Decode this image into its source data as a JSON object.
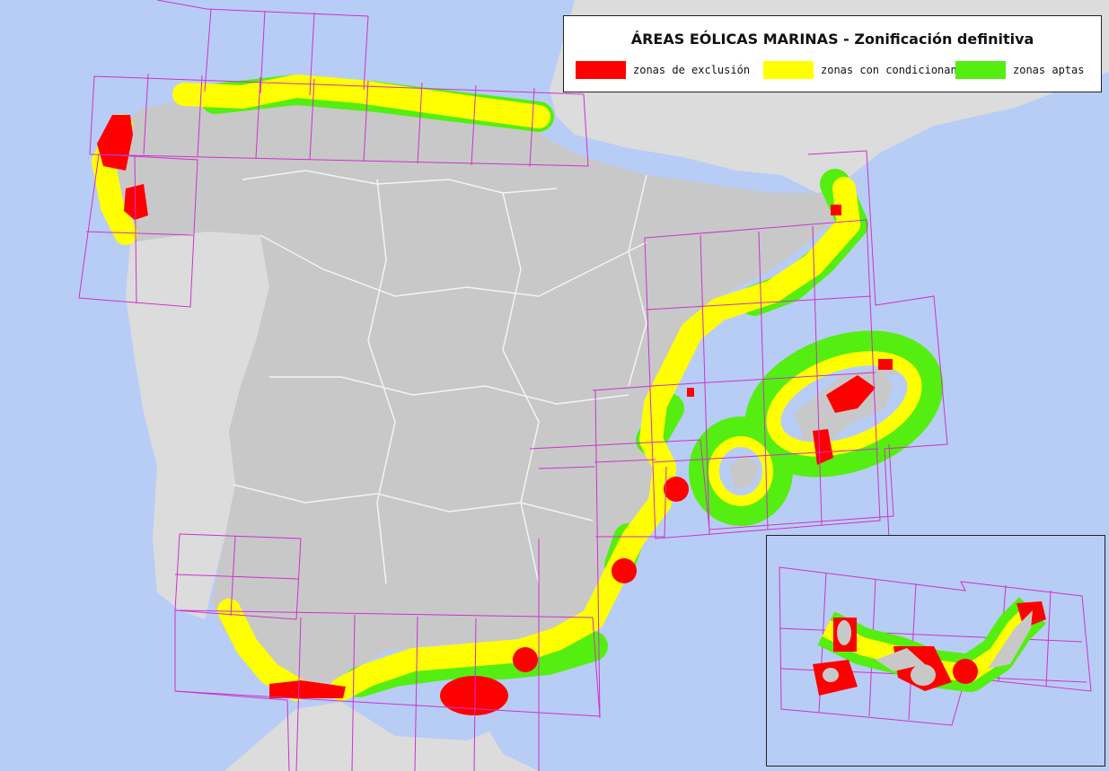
{
  "map": {
    "title": "ÁREAS EÓLICAS MARINAS - Zonificación definitiva",
    "legend": [
      {
        "label": "zonas de exclusión",
        "color": "#ff0000"
      },
      {
        "label": "zonas con condicionantes",
        "color": "#ffff00"
      },
      {
        "label": "zonas aptas",
        "color": "#55ee11"
      }
    ],
    "colors": {
      "sea": "#b8cdf5",
      "land_spain": "#c8c8c8",
      "land_other": "#dcdcdc",
      "boundaries": "#f4f4f4",
      "grid": "#cc33cc"
    }
  }
}
